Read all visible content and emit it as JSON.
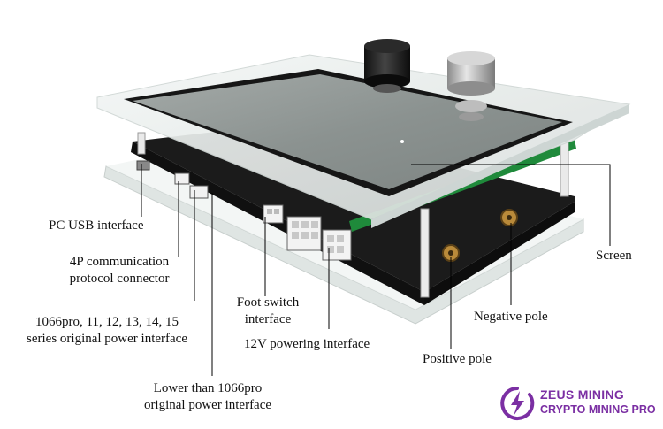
{
  "labels": {
    "usb": "PC USB interface",
    "comm_line1": "4P communication",
    "comm_line2": "protocol connector",
    "power1066_line1": "1066pro, 11, 12, 13, 14, 15",
    "power1066_line2": "series original power interface",
    "lower_line1": "Lower than 1066pro",
    "lower_line2": "original power interface",
    "foot_line1": "Foot switch",
    "foot_line2": "interface",
    "v12": "12V powering interface",
    "positive": "Positive pole",
    "negative": "Negative pole",
    "screen": "Screen"
  },
  "brand": {
    "name": "ZEUS MINING",
    "tagline": "CRYPTO MINING PRO"
  },
  "colors": {
    "brand": "#7b2fa3",
    "pcb": "#1a1a1a",
    "pcb_edge": "#1f8a3b",
    "acrylic": "#e8eeec",
    "screen": "#8f9694"
  }
}
